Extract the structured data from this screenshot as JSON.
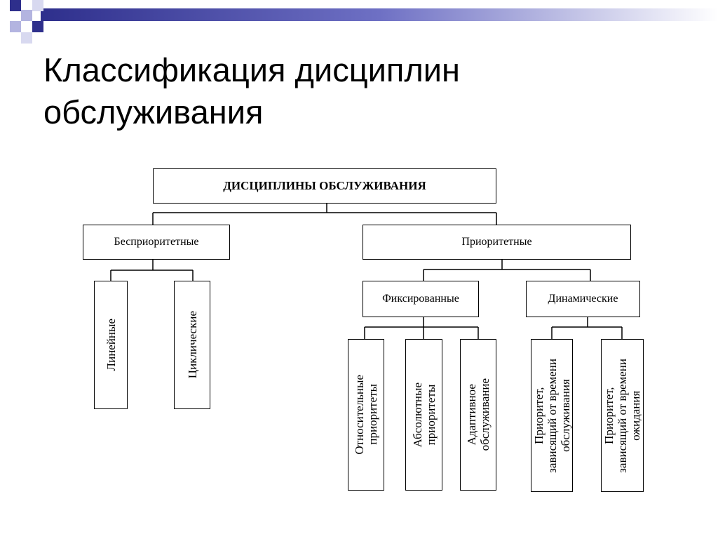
{
  "slide": {
    "title": "Классификация дисциплин обслуживания"
  },
  "diagram": {
    "root": "ДИСЦИПЛИНЫ ОБСЛУЖИВАНИЯ",
    "non_priority": {
      "label": "Бесприоритетные",
      "children": [
        "Линейные",
        "Циклические"
      ]
    },
    "priority": {
      "label": "Приоритетные",
      "fixed": {
        "label": "Фиксированные",
        "children": [
          "Относительные\nприоритеты",
          "Абсолютные\nприоритеты",
          "Адаптивное\nобслуживание"
        ]
      },
      "dynamic": {
        "label": "Динамические",
        "children": [
          "Приоритет,\nзависящий от времени\nобслуживания",
          "Приоритет,\nзависящий от времени\nожидания"
        ]
      }
    }
  },
  "colors": {
    "deco_dark": "#2e2f8c",
    "deco_light": "#b3b4e0",
    "line": "#000000"
  }
}
